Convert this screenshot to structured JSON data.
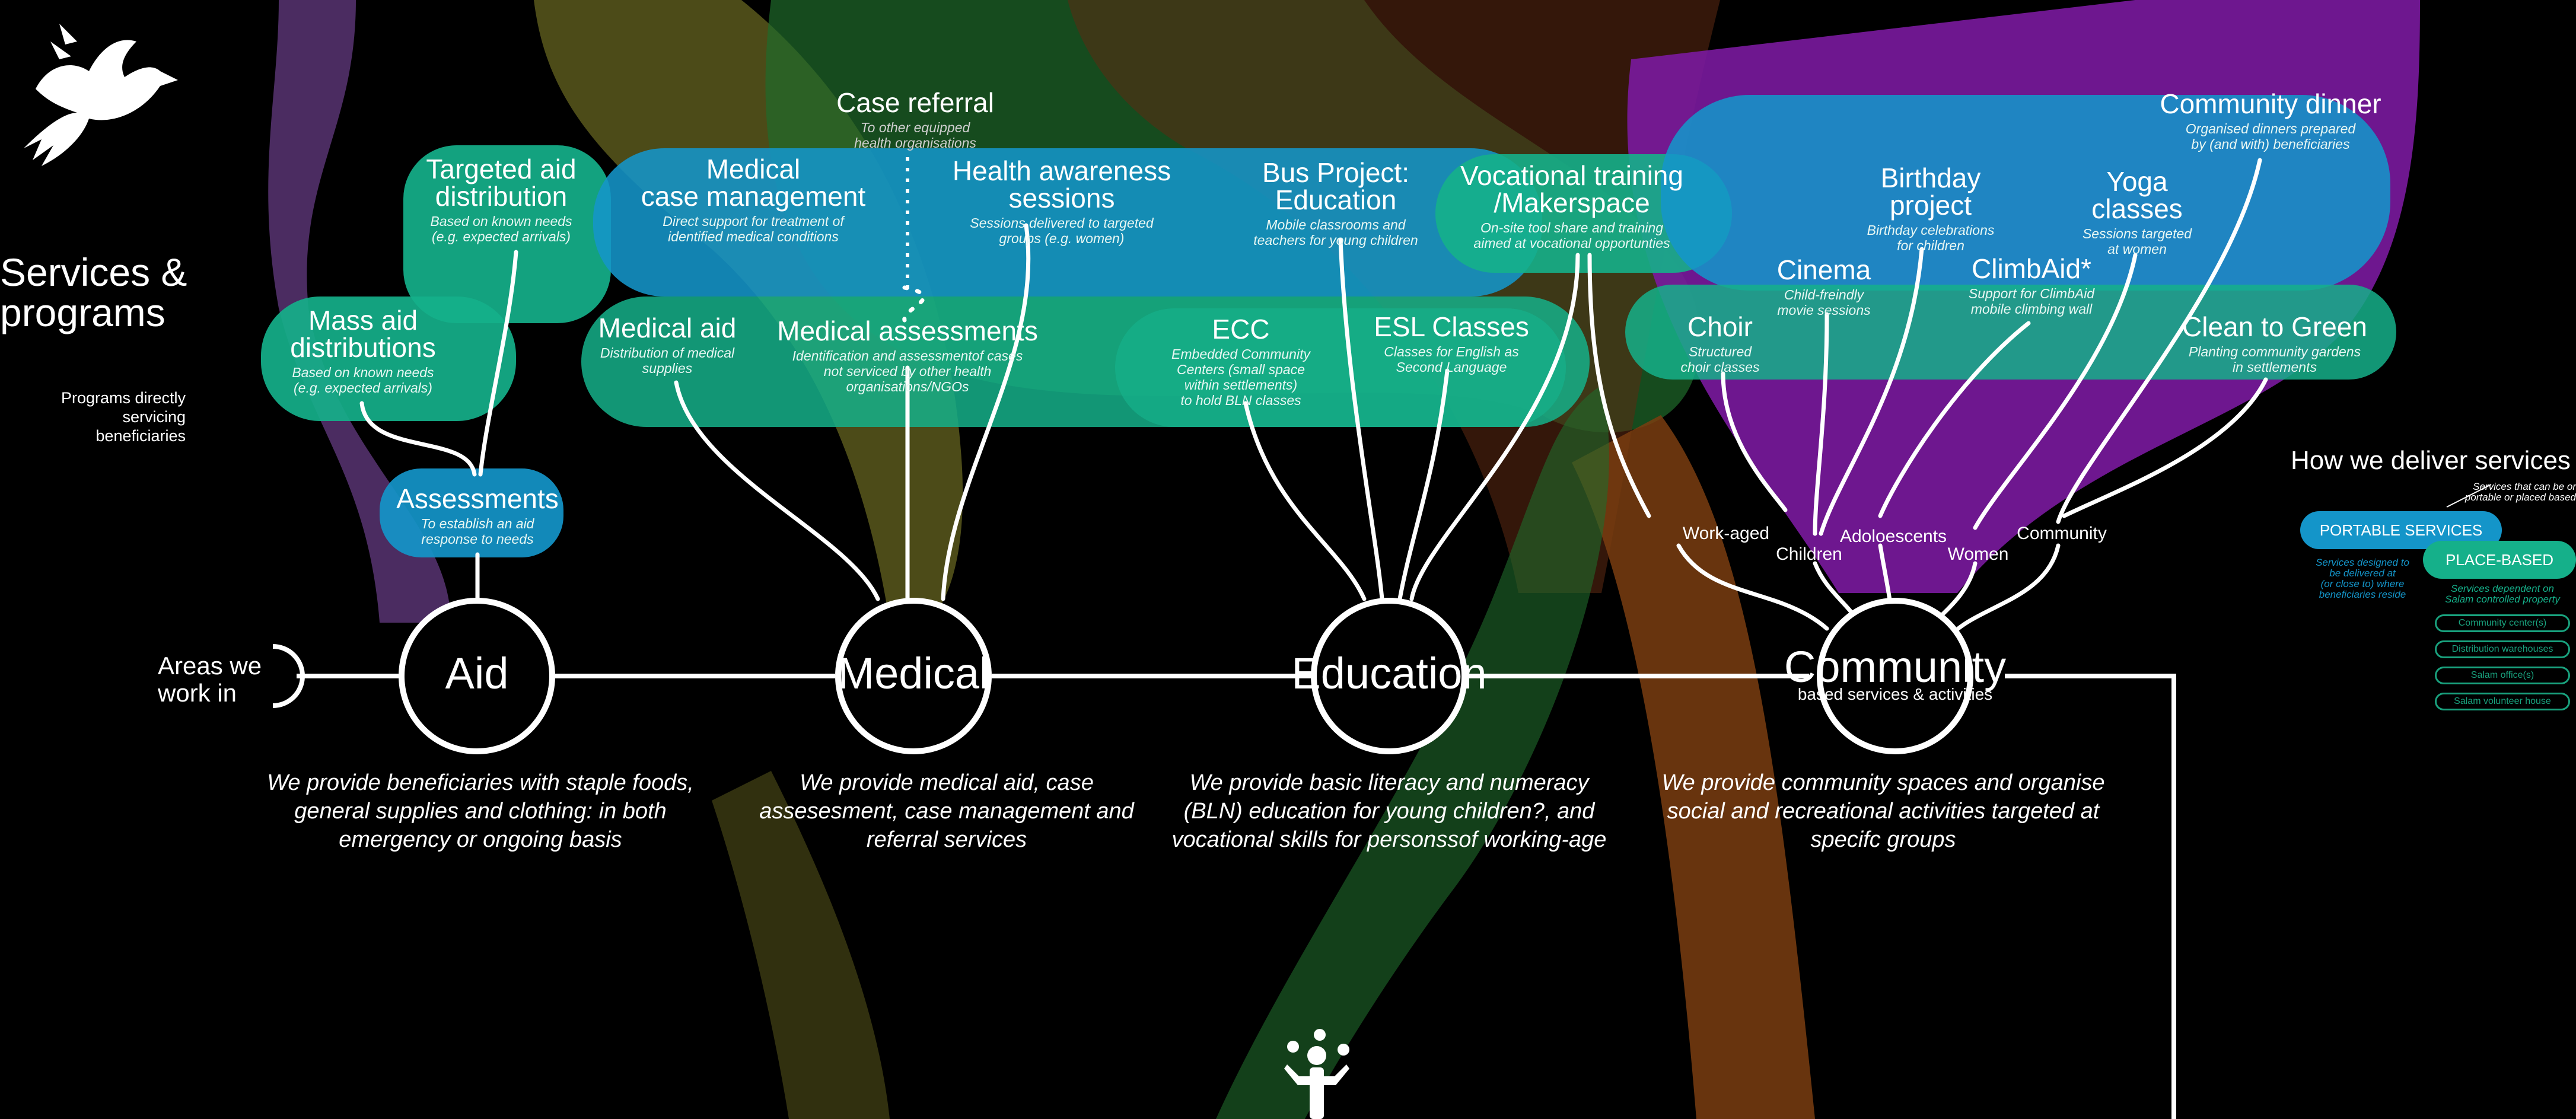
{
  "heading": {
    "title_lines": [
      "Services &",
      "programs"
    ],
    "subtitle_lines": [
      "Programs directly servicing",
      "beneficiaries"
    ]
  },
  "areas_label_lines": [
    "Areas we",
    "work in"
  ],
  "areas": [
    {
      "name": "Aid",
      "desc_lines": [
        "We provide beneficiaries with staple foods,",
        "general supplies and clothing: in both",
        "emergency or ongoing basis"
      ]
    },
    {
      "name": "Medical",
      "desc_lines": [
        "We provide medical aid, case",
        "assesesment, case management and",
        "referral services"
      ]
    },
    {
      "name": "Education",
      "desc_lines": [
        "We  provide basic literacy and numeracy",
        "(BLN) education for young children?, and",
        "vocational skills for personssof working-age"
      ]
    },
    {
      "name": "Community",
      "sub": "based services & activities",
      "desc_lines": [
        "We provide community spaces and organise",
        "social and recreational activities targeted at",
        "specifc groups"
      ]
    }
  ],
  "services": [
    {
      "key": "targeted-aid",
      "title_lines": [
        "Targeted aid",
        "distribution"
      ],
      "desc_lines": [
        "Based on known needs",
        "(e.g. expected arrivals)"
      ]
    },
    {
      "key": "mass-aid",
      "title_lines": [
        "Mass aid",
        "distributions"
      ],
      "desc_lines": [
        "Based on known needs",
        "(e.g. expected arrivals)"
      ]
    },
    {
      "key": "assessments",
      "title_lines": [
        "Assessments"
      ],
      "desc_lines": [
        "To establish an aid",
        "response to needs"
      ]
    },
    {
      "key": "case-referral",
      "title_lines": [
        "Case referral"
      ],
      "desc_lines": [
        "To other equipped",
        "health organisations"
      ]
    },
    {
      "key": "medical-case-management",
      "title_lines": [
        "Medical",
        "case management"
      ],
      "desc_lines": [
        "Direct support for treatment of",
        "identified medical conditions"
      ]
    },
    {
      "key": "health-awareness",
      "title_lines": [
        "Health awareness",
        "sessions"
      ],
      "desc_lines": [
        "Sessions delivered to targeted",
        "groups (e.g. women)"
      ]
    },
    {
      "key": "medical-aid",
      "title_lines": [
        "Medical aid"
      ],
      "desc_lines": [
        "Distribution of medical",
        "supplies"
      ]
    },
    {
      "key": "medical-assessments",
      "title_lines": [
        "Medical assessments"
      ],
      "desc_lines": [
        "Identification and assessmentof cases",
        "not serviced by other health",
        "organisations/NGOs"
      ]
    },
    {
      "key": "bus-project",
      "title_lines": [
        "Bus Project:",
        "Education"
      ],
      "desc_lines": [
        "Mobile classrooms and",
        "teachers for young children"
      ]
    },
    {
      "key": "vocational",
      "title_lines": [
        "Vocational training",
        "/Makerspace"
      ],
      "desc_lines": [
        "On-site tool share and training",
        "aimed at vocational opportunties"
      ]
    },
    {
      "key": "ecc",
      "title_lines": [
        "ECC"
      ],
      "desc_lines": [
        "Embedded Community",
        "Centers (small space",
        "within settlements)",
        "to hold BLN classes"
      ]
    },
    {
      "key": "esl",
      "title_lines": [
        "ESL Classes"
      ],
      "desc_lines": [
        "Classes for English as",
        "Second Language"
      ]
    },
    {
      "key": "birthday",
      "title_lines": [
        "Birthday",
        "project"
      ],
      "desc_lines": [
        "Birthday celebrations",
        "for children"
      ]
    },
    {
      "key": "yoga",
      "title_lines": [
        "Yoga",
        "classes"
      ],
      "desc_lines": [
        "Sessions targeted",
        "at women"
      ]
    },
    {
      "key": "community-dinner",
      "title_lines": [
        "Community dinner"
      ],
      "desc_lines": [
        "Organised dinners prepared",
        "by (and with) beneficiaries"
      ]
    },
    {
      "key": "cinema",
      "title_lines": [
        "Cinema"
      ],
      "desc_lines": [
        "Child-freindly",
        "movie sessions"
      ]
    },
    {
      "key": "climbaid",
      "title_lines": [
        "ClimbAid*"
      ],
      "desc_lines": [
        "Support for ClimbAid",
        "mobile climbing wall"
      ]
    },
    {
      "key": "choir",
      "title_lines": [
        "Choir"
      ],
      "desc_lines": [
        "Structured",
        "choir classes"
      ]
    },
    {
      "key": "clean-to-green",
      "title_lines": [
        "Clean to Green"
      ],
      "desc_lines": [
        "Planting community gardens",
        "in settlements"
      ]
    }
  ],
  "groups": [
    "Work-aged",
    "Children",
    "Adoloescents",
    "Women",
    "Community"
  ],
  "delivery": {
    "title": "How we deliver services",
    "note_lines": [
      "Services that can be or",
      "portable or placed based"
    ],
    "portable_label": "PORTABLE SERVICES",
    "place_label": "PLACE-BASED",
    "portable_desc_lines": [
      "Services designed to",
      "be delivered at",
      "(or close to) where",
      "beneficiaries reside"
    ],
    "place_desc_lines": [
      "Services dependent on",
      "Salam controlled property"
    ],
    "properties": [
      "Community center(s)",
      "Distribution warehouses",
      "Salam office(s)",
      "Salam volunteer house"
    ]
  },
  "colors": {
    "teal": "#15b08a",
    "blue": "#1495c9",
    "purple": "#7a199e",
    "olive": "#59581c",
    "green": "#1f6b2b",
    "brown": "#7a3d10",
    "lilac": "#6b3f8a"
  }
}
